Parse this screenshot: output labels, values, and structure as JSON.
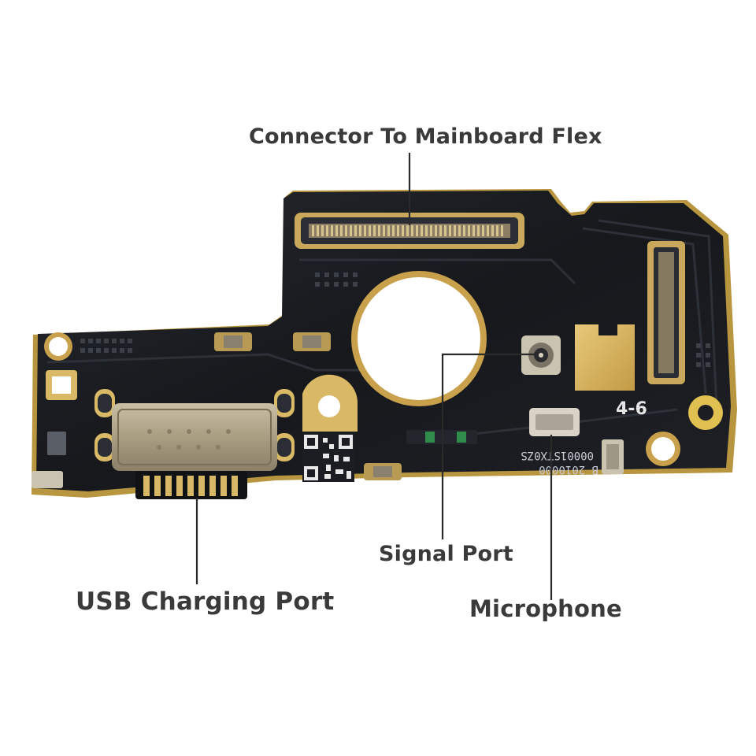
{
  "labels": {
    "connector": "Connector To Mainboard Flex",
    "usb": "USB Charging Port",
    "signal": "Signal Port",
    "microphone": "Microphone"
  },
  "board_markings": {
    "silkscreen": "4-6",
    "part_code": "00001STX0ZS",
    "part_code_mirror": "B 2010000"
  },
  "colors": {
    "background": "#ffffff",
    "board": "#1b1d22",
    "copper": "#c8a35a",
    "gold_pad": "#d9b866",
    "leader_line": "#2a2a2a",
    "label_text": "#3a3a3a"
  }
}
